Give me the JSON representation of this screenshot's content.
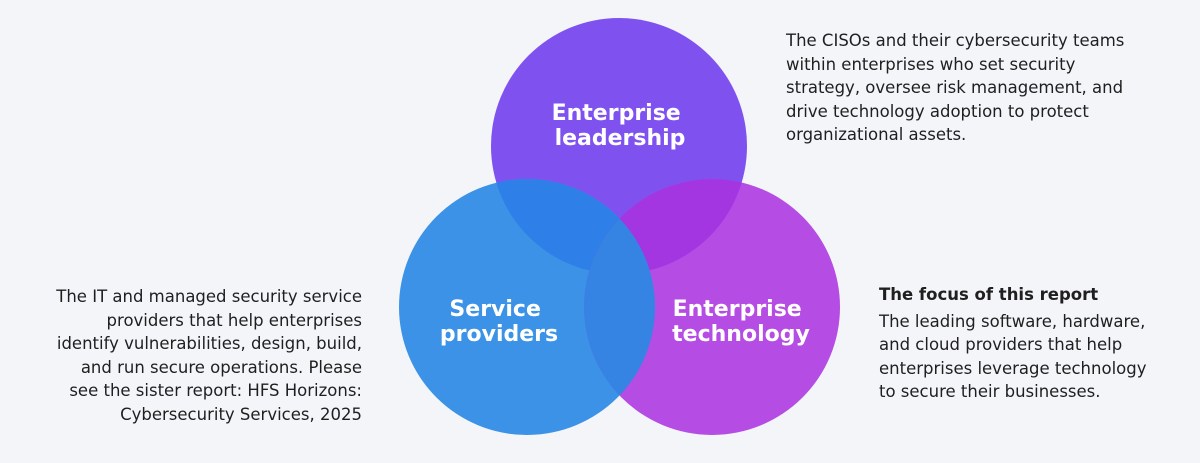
{
  "colors": {
    "enterprise_leadership": "#7f52f0",
    "service_providers": "#3b92e6",
    "enterprise_technology": "#b54ce3",
    "overlap_leadership_providers": "#2f7fe8",
    "overlap_leadership_technology": "#a436e2",
    "overlap_providers_technology": "#3584e4",
    "background": "#f3f5f9"
  },
  "circles": {
    "enterprise_leadership": {
      "label_line1": "Enterprise",
      "label_line2": "leadership"
    },
    "service_providers": {
      "label_line1": "Service",
      "label_line2": "providers"
    },
    "enterprise_technology": {
      "label_line1": "Enterprise",
      "label_line2": "technology"
    }
  },
  "descriptions": {
    "enterprise_leadership": [
      "The CISOs and their cybersecurity teams",
      "within enterprises who set security",
      "strategy, oversee risk management, and",
      "drive technology adoption to protect",
      "organizational assets."
    ],
    "service_providers": [
      "The IT and managed security service",
      "providers that help enterprises",
      "identify vulnerabilities, design, build,",
      "and run secure operations. Please",
      "see the sister report: HFS Horizons:",
      "Cybersecurity Services, 2025"
    ],
    "enterprise_technology": {
      "heading": "The focus of this report",
      "lines": [
        "The leading software, hardware,",
        "and cloud providers that help",
        "enterprises leverage technology",
        "to secure their businesses."
      ]
    }
  }
}
